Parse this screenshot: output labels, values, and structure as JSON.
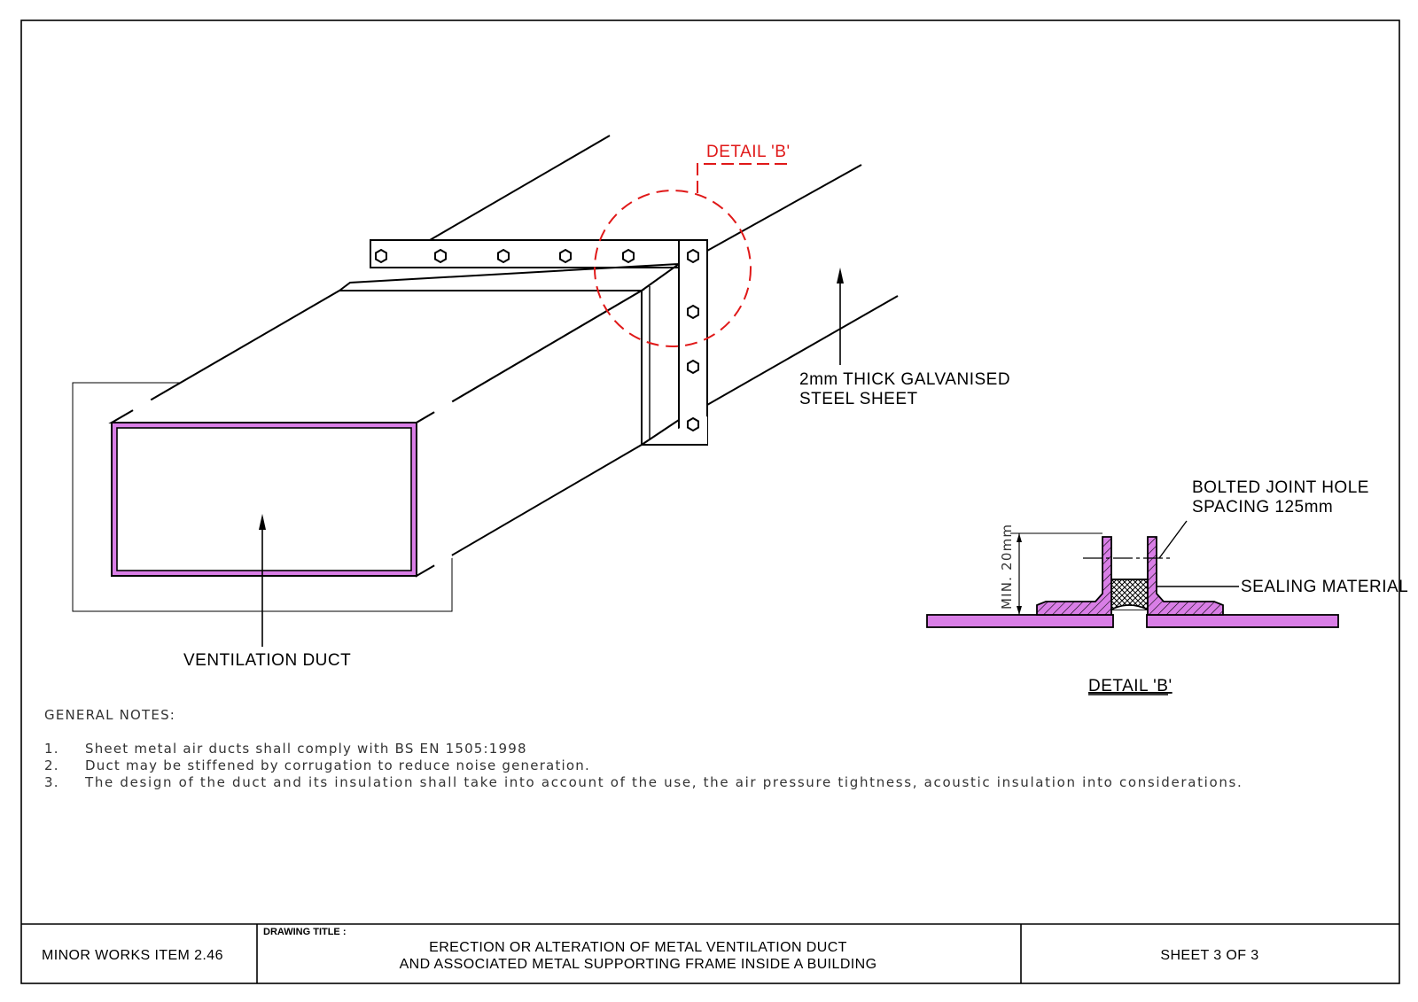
{
  "labels": {
    "detail_callout": "DETAIL 'B'",
    "steel_sheet_line1": "2mm THICK GALVANISED",
    "steel_sheet_line2": "STEEL SHEET",
    "duct": "VENTILATION DUCT",
    "bolted_line1": "BOLTED JOINT HOLE",
    "bolted_line2": "SPACING 125mm",
    "sealing": "SEALING MATERIAL",
    "min_dim": "MIN. 20mm",
    "detail_title": "DETAIL 'B'"
  },
  "notes": {
    "heading": "GENERAL NOTES:",
    "items": [
      {
        "num": "1.",
        "text": "Sheet metal air ducts shall comply with BS EN 1505:1998"
      },
      {
        "num": "2.",
        "text": "Duct may be stiffened by corrugation to reduce noise generation."
      },
      {
        "num": "3.",
        "text": "The design of the duct and its insulation shall take into account of the use, the air pressure tightness, acoustic insulation into considerations."
      }
    ]
  },
  "title_block": {
    "item": "MINOR WORKS ITEM 2.46",
    "drawing_title_label": "DRAWING TITLE :",
    "title_line1": "ERECTION OR ALTERATION OF METAL VENTILATION DUCT",
    "title_line2": "AND ASSOCIATED METAL SUPPORTING FRAME INSIDE A BUILDING",
    "sheet": "SHEET 3 OF 3"
  },
  "colors": {
    "duct_lining": "#d97ee6",
    "detail_marker": "#e01818",
    "line": "#000000"
  },
  "icons": [
    "bolt-icon",
    "arrow-icon",
    "hatch-pattern"
  ]
}
